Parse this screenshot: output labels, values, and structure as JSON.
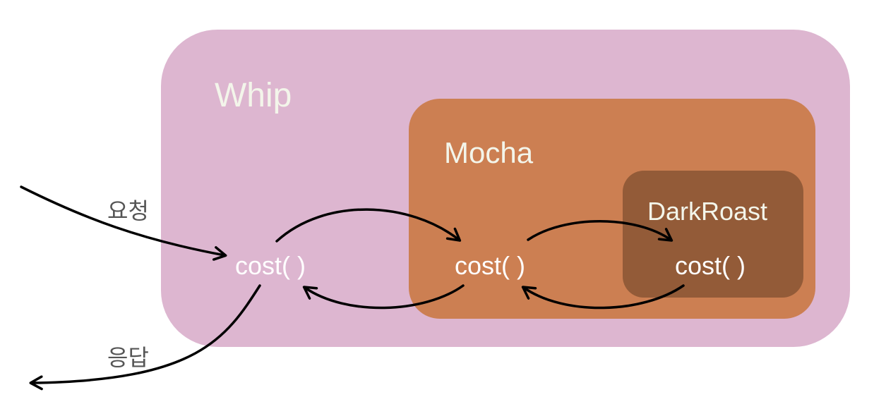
{
  "whip": {
    "title": "Whip",
    "method": "cost( )"
  },
  "mocha": {
    "title": "Mocha",
    "method": "cost( )"
  },
  "darkroast": {
    "title": "DarkRoast",
    "method": "cost( )"
  },
  "labels": {
    "request": "요청",
    "response": "응답"
  },
  "colors": {
    "whip_bg": "#ddb6d0",
    "mocha_bg": "#cc7f52",
    "darkroast_bg": "#935b38",
    "title_text": "#f3f5ea",
    "arrow": "#000000"
  }
}
